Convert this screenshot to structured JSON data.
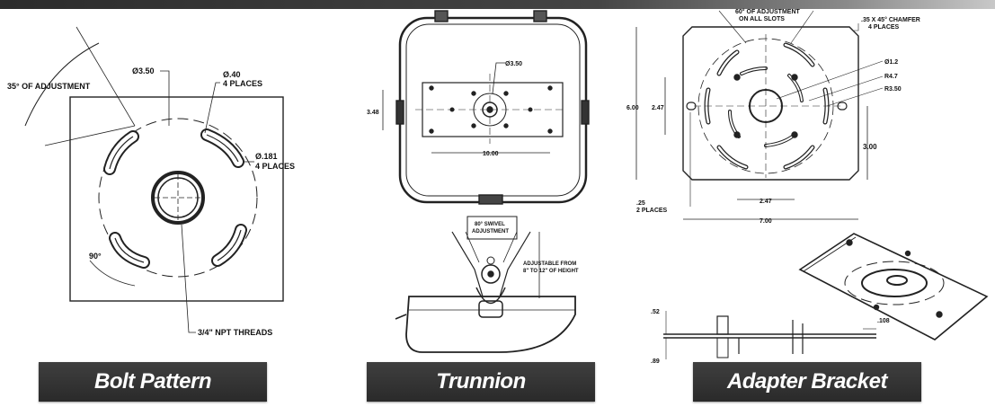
{
  "panels": {
    "bolt_pattern": {
      "title": "Bolt Pattern",
      "notes": {
        "adjustment": "35° OF ADJUSTMENT",
        "diameter": "Ø3.50",
        "slot_size": "Ø.40",
        "slot_places": "4 PLACES",
        "hole_size": "Ø.181",
        "hole_places": "4 PLACES",
        "angle": "90°",
        "threads": "3/4\" NPT THREADS"
      }
    },
    "trunnion": {
      "title": "Trunnion",
      "notes": {
        "diameter": "Ø3.50",
        "height": "3.48",
        "width": "10.00",
        "swivel_1": "80° SWIVEL",
        "swivel_2": "ADJUSTMENT",
        "adjust_1": "ADJUSTABLE FROM",
        "adjust_2": "8\" TO 12\" OF HEIGHT"
      }
    },
    "adapter_bracket": {
      "title": "Adapter Bracket",
      "notes": {
        "slots_1": "60° OF ADJUSTMENT",
        "slots_2": "ON ALL SLOTS",
        "chamfer_1": ".35 X 45° CHAMFER",
        "chamfer_2": "4 PLACES",
        "d1": "Ø1.2",
        "d2": "R4.7",
        "d3": "R3.50",
        "height": "6.00",
        "inner_height": "2.47",
        "right_height": "3.00",
        "slot_1": ".25",
        "slot_2": "2 PLACES",
        "inner_width": "2.47",
        "width": "7.00",
        "side_top": ".52",
        "side_thk": ".108",
        "side_bottom": ".89"
      }
    }
  }
}
